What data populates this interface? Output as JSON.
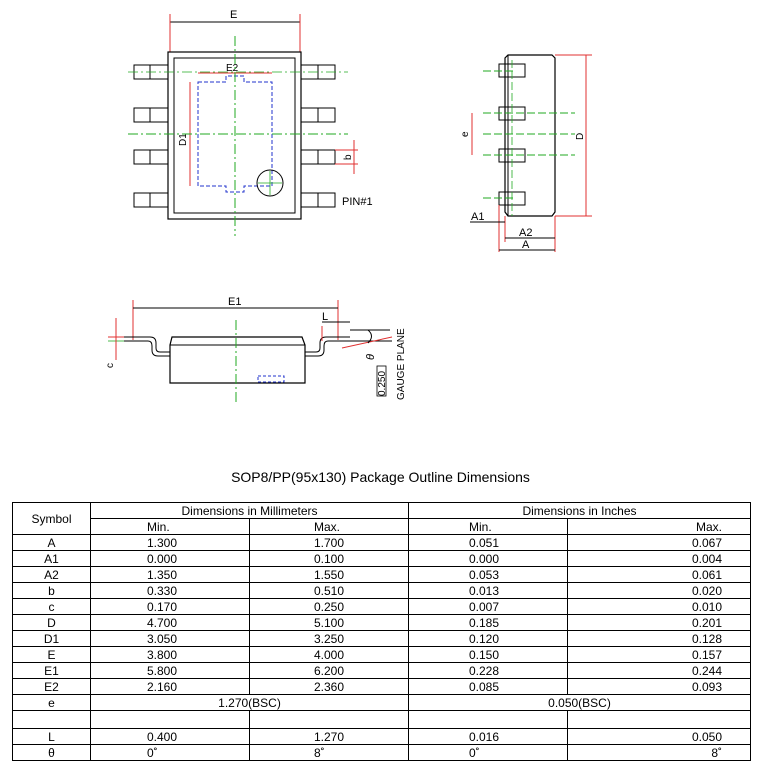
{
  "drawing": {
    "top_view": {
      "label_E": "E",
      "label_E2": "E2",
      "label_D1": "D1",
      "label_b": "b",
      "label_pin": "PIN#1"
    },
    "side_view": {
      "label_e": "e",
      "label_D": "D",
      "label_A1": "A1",
      "label_A2": "A2",
      "label_A": "A"
    },
    "front_view": {
      "label_E1": "E1",
      "label_L": "L",
      "label_c": "c",
      "label_theta": "θ",
      "label_gauge": "0.250",
      "label_plane": "GAUGE PLANE"
    }
  },
  "table": {
    "title": "SOP8/PP(95x130) Package Outline Dimensions",
    "symbol_header": "Symbol",
    "mm_header": "Dimensions in Millimeters",
    "in_header": "Dimensions in Inches",
    "min_label": "Min.",
    "max_label": "Max.",
    "rows": [
      {
        "symbol": "A",
        "mm_min": "1.300",
        "mm_max": "1.700",
        "in_min": "0.051",
        "in_max": "0.067"
      },
      {
        "symbol": "A1",
        "mm_min": "0.000",
        "mm_max": "0.100",
        "in_min": "0.000",
        "in_max": "0.004"
      },
      {
        "symbol": "A2",
        "mm_min": "1.350",
        "mm_max": "1.550",
        "in_min": "0.053",
        "in_max": "0.061"
      },
      {
        "symbol": "b",
        "mm_min": "0.330",
        "mm_max": "0.510",
        "in_min": "0.013",
        "in_max": "0.020"
      },
      {
        "symbol": "c",
        "mm_min": "0.170",
        "mm_max": "0.250",
        "in_min": "0.007",
        "in_max": "0.010"
      },
      {
        "symbol": "D",
        "mm_min": "4.700",
        "mm_max": "5.100",
        "in_min": "0.185",
        "in_max": "0.201"
      },
      {
        "symbol": "D1",
        "mm_min": "3.050",
        "mm_max": "3.250",
        "in_min": "0.120",
        "in_max": "0.128"
      },
      {
        "symbol": "E",
        "mm_min": "3.800",
        "mm_max": "4.000",
        "in_min": "0.150",
        "in_max": "0.157"
      },
      {
        "symbol": "E1",
        "mm_min": "5.800",
        "mm_max": "6.200",
        "in_min": "0.228",
        "in_max": "0.244"
      },
      {
        "symbol": "E2",
        "mm_min": "2.160",
        "mm_max": "2.360",
        "in_min": "0.085",
        "in_max": "0.093"
      }
    ],
    "row_e": {
      "symbol": "e",
      "mm_bsc": "1.270(BSC)",
      "in_bsc": "0.050(BSC)"
    },
    "row_L": {
      "symbol": "L",
      "mm_min": "0.400",
      "mm_max": "1.270",
      "in_min": "0.016",
      "in_max": "0.050"
    },
    "row_theta": {
      "symbol": "θ",
      "mm_min": "0˚",
      "mm_max": "8˚",
      "in_min": "0˚",
      "in_max": "8˚"
    }
  },
  "colors": {
    "dimension_line": "#e03030",
    "center_line": "#22aa22",
    "pad_outline": "#2233cc",
    "outline": "#000000"
  }
}
